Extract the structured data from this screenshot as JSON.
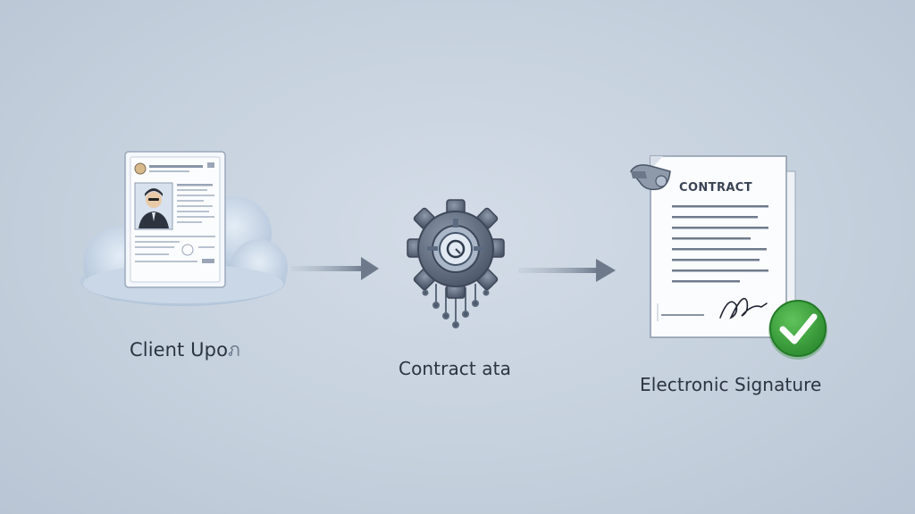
{
  "steps": [
    {
      "label_main": "Client Upo",
      "label_faded": "ภ",
      "icon": "cloud-id-card-icon"
    },
    {
      "label": "Contract ata",
      "icon": "gear-circuit-icon"
    },
    {
      "label": "Electronic Signature",
      "icon": "signed-contract-icon",
      "document_title": "CONTRACT"
    }
  ],
  "connectors": [
    {
      "from": "step-1",
      "to": "step-2",
      "icon": "arrow-right-icon"
    },
    {
      "from": "step-2",
      "to": "step-3",
      "icon": "arrow-right-icon"
    }
  ],
  "colors": {
    "background": "#c6d1de",
    "arrow": "#7d8898",
    "cloud": "#c7d6e6",
    "check_green": "#3aa13a",
    "text": "#2b3442"
  }
}
